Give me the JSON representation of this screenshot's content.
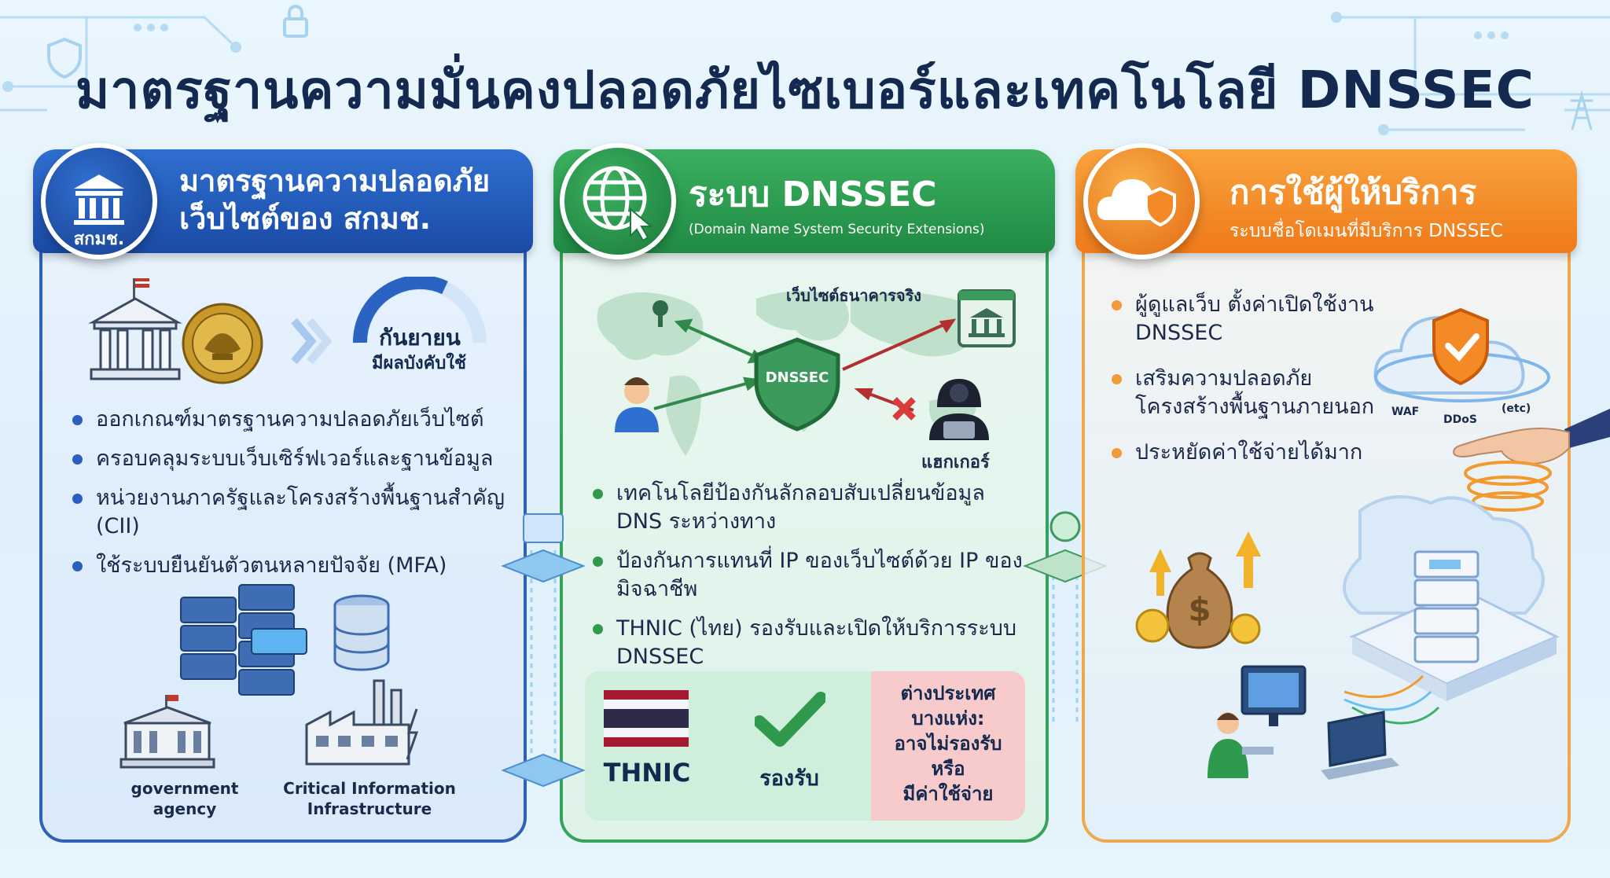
{
  "title": "มาตรฐานความมั่นคงปลอดภัยไซเบอร์และเทคโนโลยี DNSSEC",
  "colors": {
    "blue": "#2a5fc0",
    "green": "#2f9a4d",
    "orange": "#f0862a",
    "navy": "#14294f"
  },
  "panel1": {
    "badge_text": "สกมช.",
    "badge_icon": "government-building-icon",
    "title_line1": "มาตรฐานความปลอดภัย",
    "title_line2": "เว็บไซต์ของ สกมช.",
    "effective_month": "กันยายน",
    "effective_label": "มีผลบังคับใช้",
    "bullets": [
      "ออกเกณฑ์มาตรฐานความปลอดภัยเว็บไซต์",
      "ครอบคลุมระบบเว็บเซิร์ฟเวอร์และฐานข้อมูล",
      "หน่วยงานภาครัฐและโครงสร้างพื้นฐานสำคัญ (CII)",
      "ใช้ระบบยืนยันตัวตนหลายปัจจัย (MFA)"
    ],
    "caption_left": "government agency",
    "caption_right": "Critical Information Infrastructure"
  },
  "panel2": {
    "badge_icon": "globe-cursor-icon",
    "title": "ระบบ DNSSEC",
    "subtitle": "(Domain Name System Security Extensions)",
    "real_bank_label": "เว็บไซต์ธนาคารจริง",
    "shield_label": "DNSSEC",
    "hacker_label": "แฮกเกอร์",
    "bullets": [
      "เทคโนโลยีป้องกันลักลอบสับเปลี่ยนข้อมูล DNS ระหว่างทาง",
      "ป้องกันการแทนที่ IP ของเว็บไซต์ด้วย IP ของมิจฉาชีพ",
      "THNIC (ไทย) รองรับและเปิดให้บริการระบบ DNSSEC"
    ],
    "thnic_label": "THNIC",
    "supported_label": "รองรับ",
    "abroad_lines": [
      "ต่างประเทศ",
      "บางแห่ง:",
      "อาจไม่รองรับ",
      "หรือ",
      "มีค่าใช้จ่าย"
    ]
  },
  "panel3": {
    "badge_icon": "cloud-shield-icon",
    "title": "การใช้ผู้ให้บริการ",
    "subtitle": "ระบบชื่อโดเมนที่มีบริการ DNSSEC",
    "bullets": [
      "ผู้ดูแลเว็บ ตั้งค่าเปิดใช้งาน DNSSEC",
      "เสริมความปลอดภัย โครงสร้างพื้นฐานภายนอก",
      "ประหยัดค่าใช้จ่ายได้มาก"
    ],
    "ring_labels": [
      "WAF",
      "DDoS",
      "(etc)"
    ]
  }
}
